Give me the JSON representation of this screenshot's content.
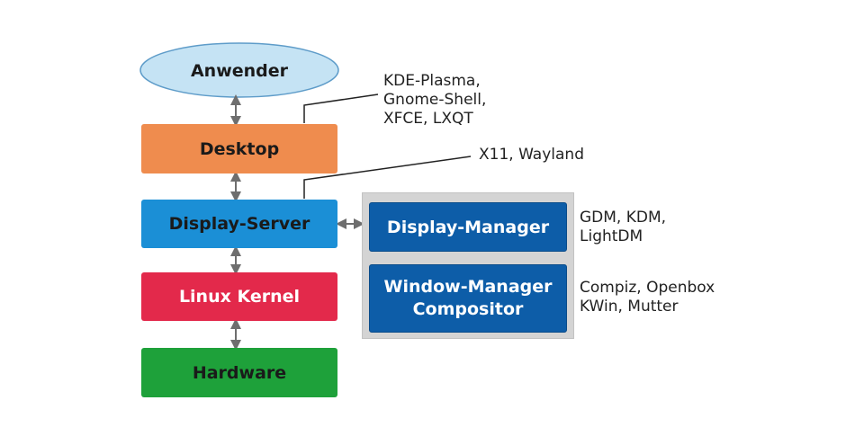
{
  "layers": {
    "user": "Anwender",
    "desktop": "Desktop",
    "display_server": "Display-Server",
    "kernel": "Linux Kernel",
    "hardware": "Hardware"
  },
  "managers": {
    "display_manager": "Display-Manager",
    "window_manager_line1": "Window-Manager",
    "window_manager_line2": "Compositor"
  },
  "notes": {
    "desktop_examples": [
      "KDE-Plasma,",
      "Gnome-Shell,",
      "XFCE, LXQT"
    ],
    "display_server_examples": "X11, Wayland",
    "display_manager_examples": [
      "GDM, KDM,",
      "LightDM"
    ],
    "window_manager_examples": [
      "Compiz, Openbox",
      "KWin, Mutter"
    ]
  },
  "colors": {
    "user": "#c5e3f4",
    "desktop": "#ef8c4e",
    "display_server": "#1b8fd6",
    "kernel": "#e3294b",
    "hardware": "#1ea13a",
    "manager": "#0d5da8",
    "panel": "#d4d4d4",
    "arrow": "#6e6e6e"
  }
}
